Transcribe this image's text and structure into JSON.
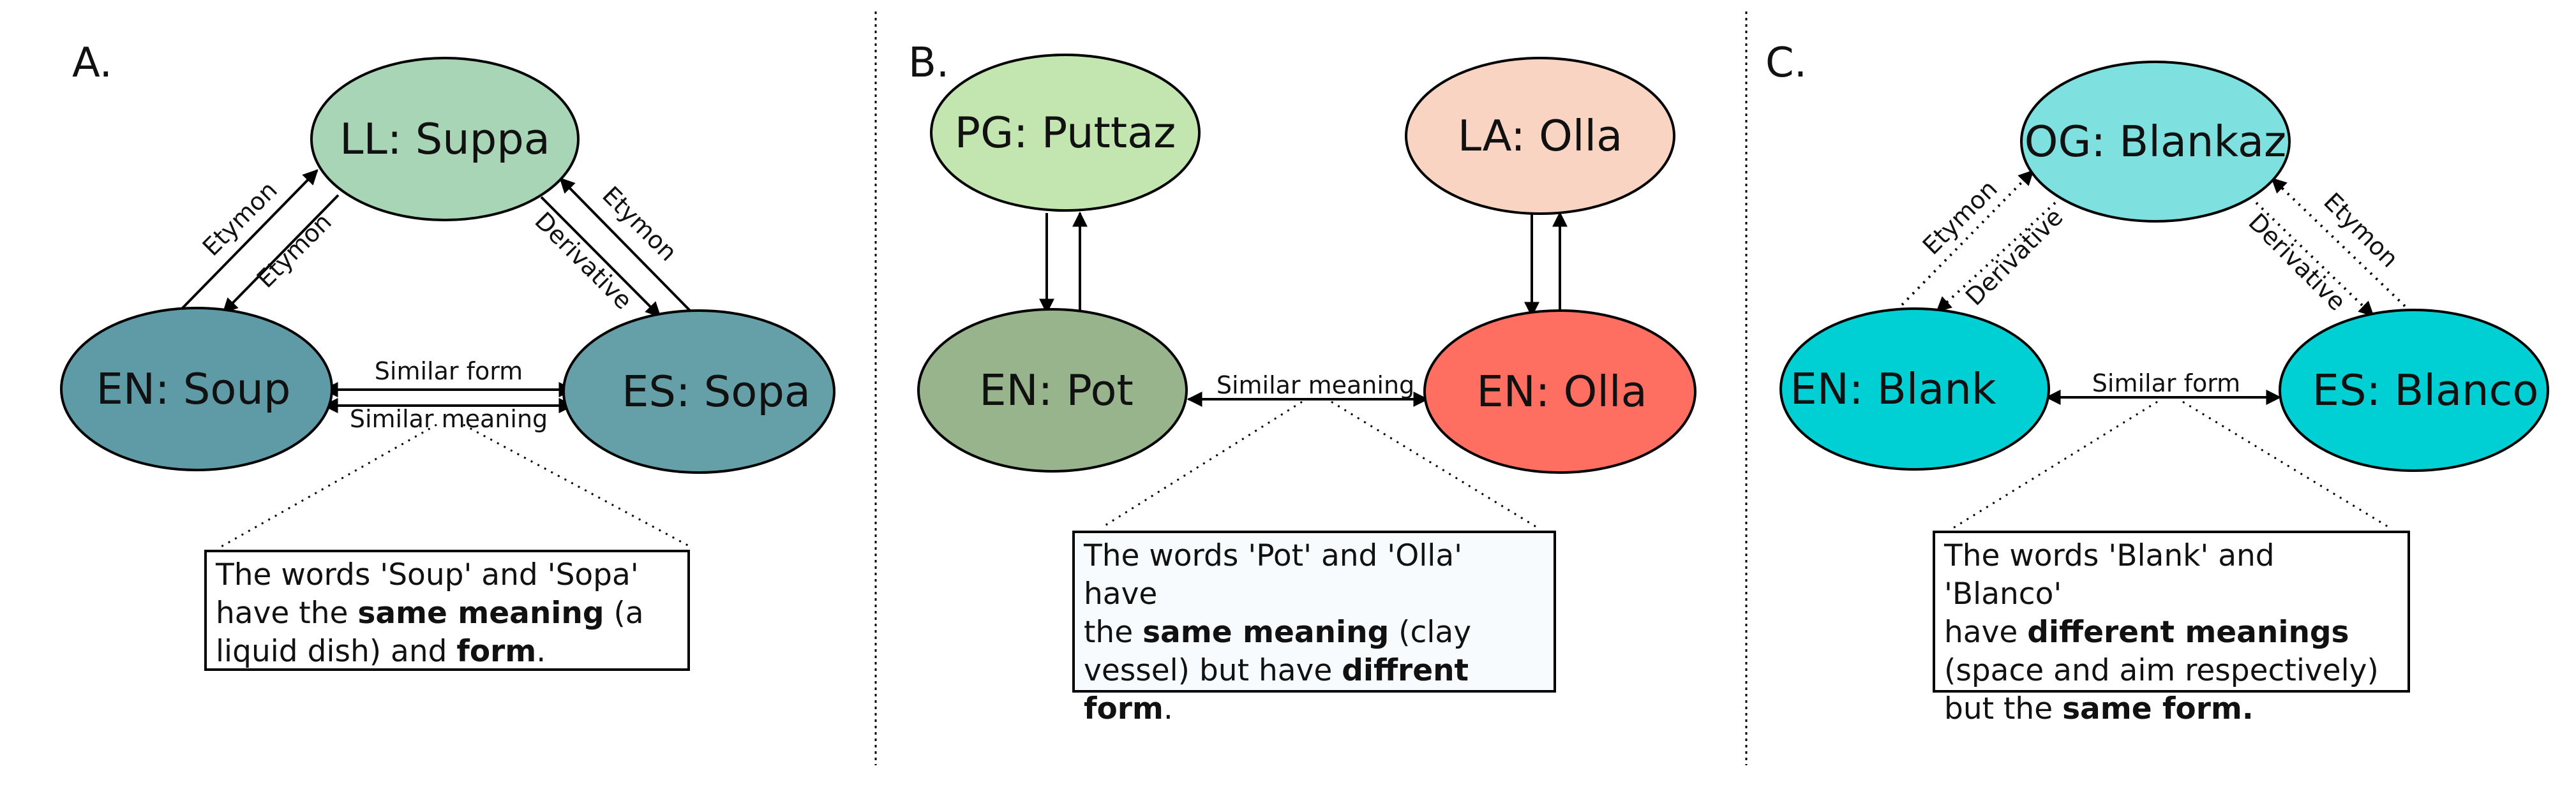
{
  "panels": [
    {
      "label": "A.",
      "nodes": {
        "top": "LL: Suppa",
        "left": "EN: Soup",
        "right": "ES: Sopa"
      },
      "colors": {
        "top": "#a8d5b5",
        "left": "#5f9aa7",
        "right": "#659fa8"
      },
      "edges": {
        "left_up": "Etymon",
        "left_down": "Etymon",
        "right_down": "Derivative",
        "right_up": "Etymon"
      },
      "horizontal": [
        "Similar form",
        "Similar meaning"
      ],
      "note": [
        {
          "text": "The words 'Soup' and 'Sopa'"
        },
        {
          "text": "have the "
        },
        {
          "text": "same meaning",
          "bold": true
        },
        {
          "text": " (a"
        },
        {
          "text": "liquid dish) and "
        },
        {
          "text": "form",
          "bold": true
        },
        {
          "text": "."
        }
      ]
    },
    {
      "label": "B.",
      "nodes": {
        "top_left": "PG: Puttaz",
        "top_right": "LA: Olla",
        "left": "EN: Pot",
        "right": "EN: Olla"
      },
      "colors": {
        "top_left": "#c3e6b0",
        "top_right": "#f9d4c2",
        "left": "#98b48c",
        "right": "#ff6f61",
        "note_bg": "#f7fbfd"
      },
      "horizontal": [
        "Similar meaning"
      ],
      "note": [
        {
          "text": "The words 'Pot' and 'Olla' have"
        },
        {
          "text": "the "
        },
        {
          "text": "same meaning",
          "bold": true
        },
        {
          "text": " (clay"
        },
        {
          "text": "vessel) but have "
        },
        {
          "text": "diffrent",
          "bold": true
        },
        {
          "text": "form",
          "bold": true
        },
        {
          "text": "."
        }
      ]
    },
    {
      "label": "C.",
      "nodes": {
        "top": "OG: Blankaz",
        "left": "EN: Blank",
        "right": "ES: Blanco"
      },
      "colors": {
        "top": "#7fe0e0",
        "left": "#00cfd3",
        "right": "#00cfd3"
      },
      "edges": {
        "left_up": "Etymon",
        "left_down": "Derivative",
        "right_down": "Derivative",
        "right_up": "Etymon"
      },
      "horizontal": [
        "Similar form"
      ],
      "note": [
        {
          "text": "The words 'Blank' and 'Blanco'"
        },
        {
          "text": "have "
        },
        {
          "text": "different meanings",
          "bold": true
        },
        {
          "text": "(space and aim respectively)"
        },
        {
          "text": "but the "
        },
        {
          "text": "same form.",
          "bold": true
        }
      ]
    }
  ]
}
